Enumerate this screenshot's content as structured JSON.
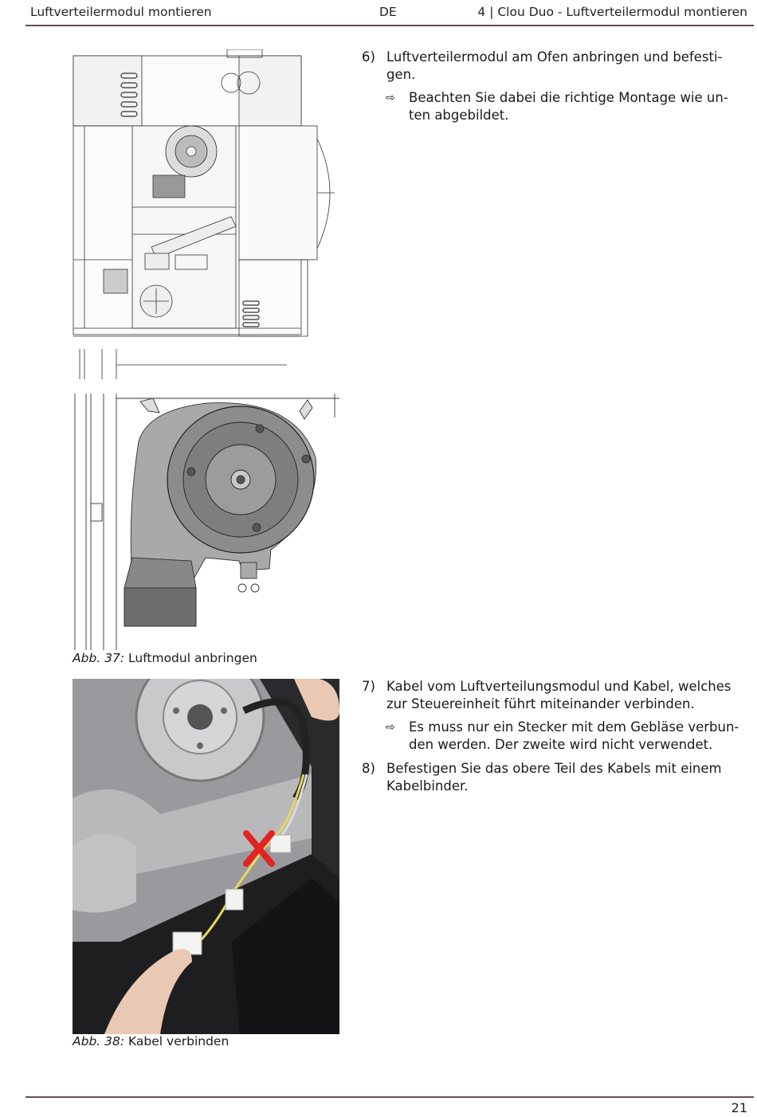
{
  "header": {
    "left": "Luftverteilermodul montieren",
    "center": "DE",
    "right": "4 | Clou Duo - Luftverteilermodul montieren"
  },
  "figures": {
    "fig37": {
      "caption_prefix": "Abb. 37:",
      "caption_text": "Luftmodul anbringen"
    },
    "fig38": {
      "caption_prefix": "Abb. 38:",
      "caption_text": "Kabel verbinden"
    }
  },
  "steps": {
    "s6": {
      "num": "6)",
      "text": "Luftverteilermodul am Ofen anbringen und befesti-gen.",
      "sub": "Beachten Sie dabei die richtige Montage wie un-ten abgebildet."
    },
    "s7": {
      "num": "7)",
      "text": "Kabel vom Luftverteilungsmodul und Kabel, welches zur Steuereinheit führt miteinander verbinden.",
      "sub": "Es muss nur ein Stecker mit dem Gebläse verbun-den werden. Der zweite wird nicht verwendet."
    },
    "s8": {
      "num": "8)",
      "text": "Befestigen Sie das obere Teil des Kabels mit einem Kabelbinder."
    }
  },
  "icons": {
    "sub_arrow": "hollow-right-arrow-icon"
  },
  "footer": {
    "page_number": "21"
  },
  "colors": {
    "rule": "#6b4f4f",
    "mark_x": "#e02424"
  }
}
